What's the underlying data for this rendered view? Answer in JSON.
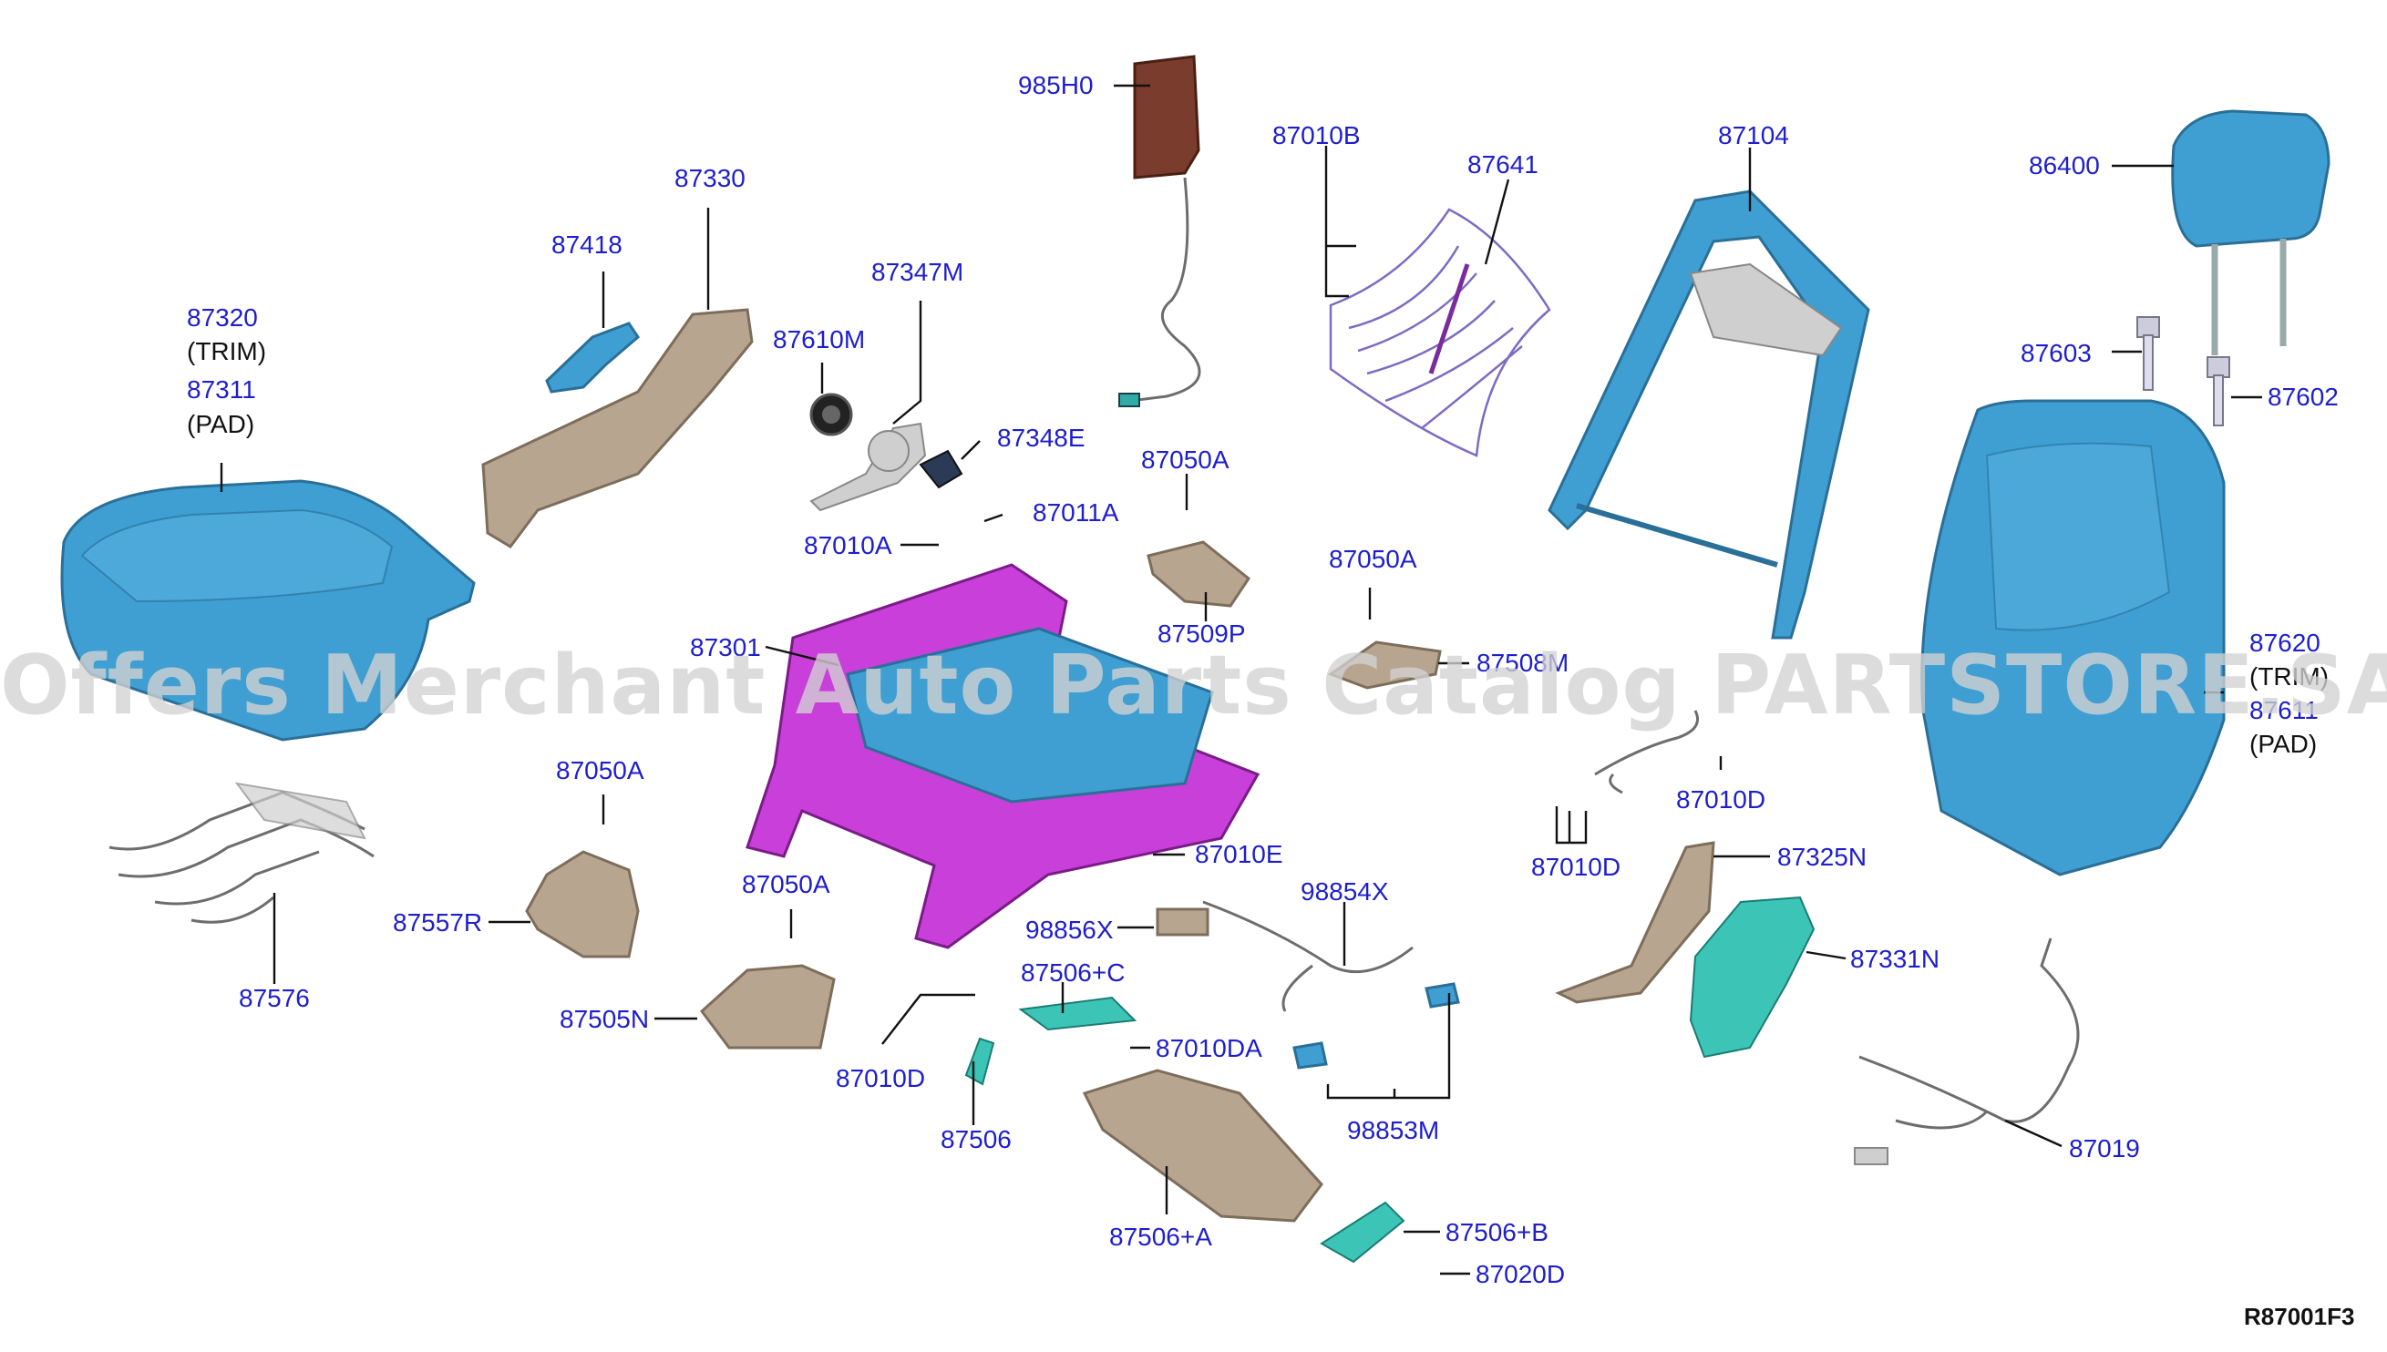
{
  "labels": {
    "p985H0": "985H0",
    "p87010B": "87010B",
    "p87641": "87641",
    "p87104": "87104",
    "p86400": "86400",
    "p87330": "87330",
    "p87418": "87418",
    "p87347M": "87347M",
    "p87320": "87320",
    "trim1": "(TRIM)",
    "p87311": "87311",
    "pad1": "(PAD)",
    "p87610M": "87610M",
    "p87603": "87603",
    "p87602": "87602",
    "p87348E": "87348E",
    "p87050A_1": "87050A",
    "p87011A": "87011A",
    "p87010A": "87010A",
    "p87050A_2": "87050A",
    "p87509P": "87509P",
    "p87301": "87301",
    "p87508M": "87508M",
    "p87620": "87620",
    "trim2": "(TRIM)",
    "p87611": "87611",
    "pad2": "(PAD)",
    "p87050A_3": "87050A",
    "p87010D_1": "87010D",
    "p87010E": "87010E",
    "p87010D_2": "87010D",
    "p87325N": "87325N",
    "p98854X": "98854X",
    "p87050A_4": "87050A",
    "p87557R": "87557R",
    "p98856X": "98856X",
    "p87331N": "87331N",
    "p87506C": "87506+C",
    "p87576": "87576",
    "p87505N": "87505N",
    "p87010DA": "87010DA",
    "p87010D_3": "87010D",
    "p98853M": "98853M",
    "p87506": "87506",
    "p87019": "87019",
    "p87506B": "87506+B",
    "p87506A": "87506+A",
    "p87020D": "87020D"
  },
  "watermark": "Offers Merchant Auto Parts Catalog PARTSTORE.SA",
  "diagram_code": "R87001F3",
  "colors": {
    "label": "#1e1ecc",
    "seat_blue": "#3f9fd2",
    "frame_magenta": "#c93fd9",
    "bracket_tan": "#b8a58f",
    "bracket_teal": "#3cc4b7"
  }
}
